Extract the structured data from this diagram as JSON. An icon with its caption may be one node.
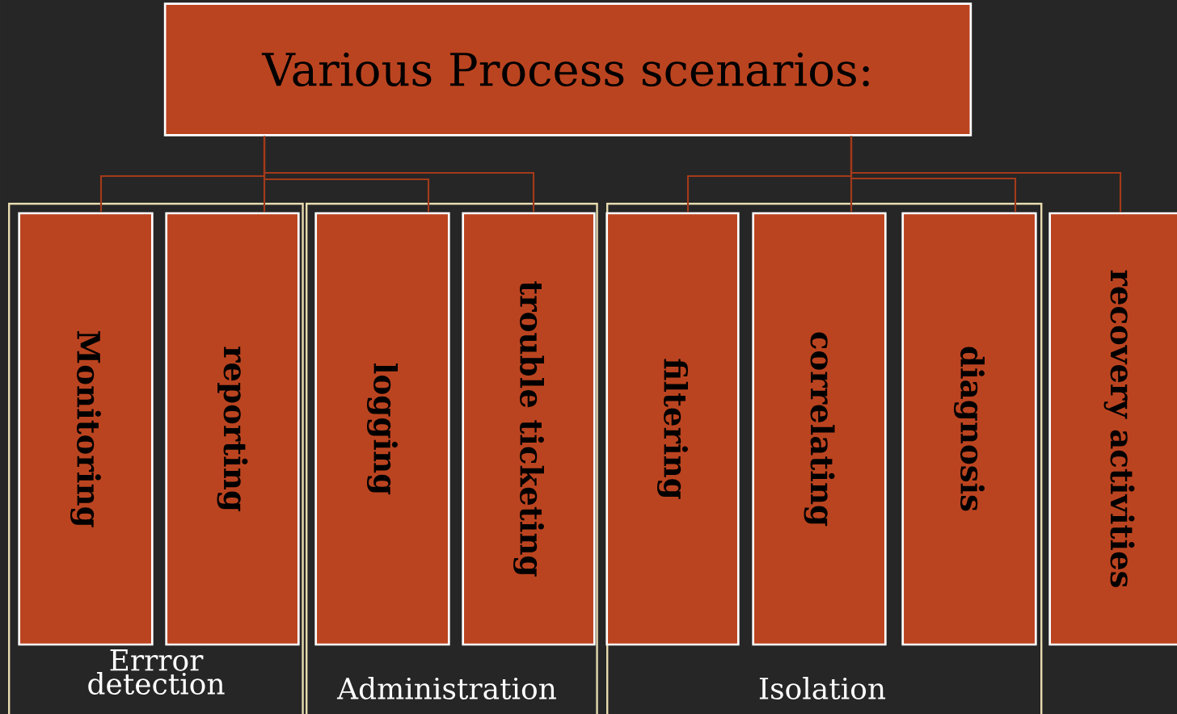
{
  "diagram": {
    "nodes": [
      {
        "text": [
          "Various Process scenarios:"
        ]
      },
      {
        "text": [
          "Errror detection"
        ]
      },
      {
        "text": [
          "Monitoring"
        ],
        "in": 1
      },
      {
        "text": [
          "reporting"
        ],
        "in": 1
      },
      {
        "text": [
          "Administration"
        ]
      },
      {
        "text": [
          "logging"
        ],
        "in": 4
      },
      {
        "text": [
          "trouble ticketing"
        ],
        "in": 4
      },
      {
        "text": [
          "Isolation"
        ]
      },
      {
        "text": [
          "filtering"
        ],
        "in": 7
      },
      {
        "text": [
          "correlating"
        ],
        "in": 7
      },
      {
        "text": [
          "diagnosis"
        ],
        "in": 7
      },
      {
        "text": [
          "recovery activities"
        ]
      }
    ],
    "edges": [
      {
        "from": 0,
        "to": 2,
        "arrow": "none"
      },
      {
        "from": 0,
        "to": 3,
        "arrow": "none"
      },
      {
        "from": 0,
        "to": 5,
        "arrow": "none"
      },
      {
        "from": 0,
        "to": 6,
        "arrow": "none"
      },
      {
        "from": 0,
        "to": 8,
        "arrow": "none"
      },
      {
        "from": 0,
        "to": 9,
        "arrow": "none"
      },
      {
        "from": 0,
        "to": 10,
        "arrow": "none"
      },
      {
        "from": 0,
        "to": 11,
        "arrow": "none"
      }
    ]
  }
}
